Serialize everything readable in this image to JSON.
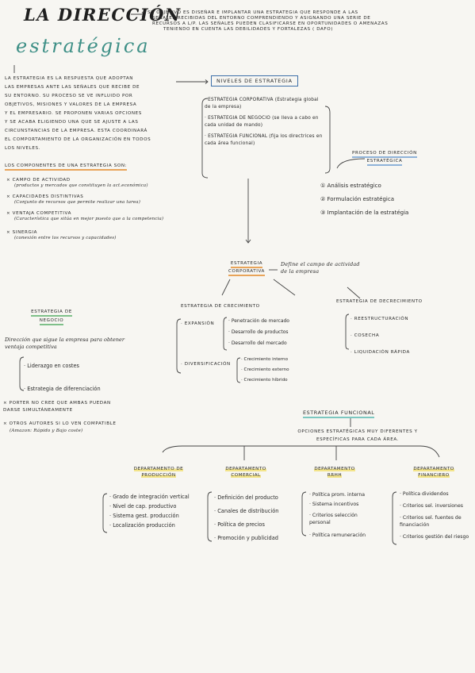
{
  "title": {
    "line1": "LA DIRECCIÓN",
    "line2": "estratégica",
    "objective": [
      "SU OBJETIVO ES DISEÑAR E IMPLANTAR UNA ESTRATEGIA QUE RESPONDE A LAS",
      "SEÑALES RECIBIDAS DEL ENTORNO COMPRENDIENDO Y ASIGNANDO UNA SERIE DE",
      "RECURSOS A L/P. LAS SEÑALES PUEDEN CLASIFICARSE EN OPORTUNIDADES O AMENAZAS",
      "TENIENDO EN CUENTA LAS DEBILIDADES Y FORTALEZAS ( DAFO)"
    ]
  },
  "intro": {
    "lines": [
      "LA ESTRATEGIA ES LA RESPUESTA QUE ADOPTAN",
      "LAS EMPRESAS ANTE LAS SEÑALES QUE RECIBE DE",
      "SU ENTORNO. SU PROCESO SE VE INFLUIDO POR",
      "OBJETIVOS, MISIONES Y VALORES DE LA EMPRESA",
      "Y EL EMPRESARIO. SE PROPONEN VARIAS OPCIONES",
      "Y SE ACABA ELIGIENDO UNA QUE SE AJUSTE A LAS",
      "CIRCUNSTANCIAS DE LA EMPRESA. ESTA COORDINARÁ",
      "EL COMPORTAMIENTO DE LA ORGANIZACIÓN EN TODOS",
      "LOS NIVELES."
    ],
    "components_label": "LOS COMPONENTES DE UNA ESTRATEGIA SON:",
    "components": [
      {
        "name": "× CAMPO DE ACTIVIDAD",
        "desc": "(productos y mercados que constituyen la act.económica)"
      },
      {
        "name": "× CAPACIDADES DISTINTIVAS",
        "desc": "(Conjunto de recursos que permite realizar una tarea)"
      },
      {
        "name": "× VENTAJA COMPETITIVA",
        "desc": "(Característica que sitúa en mejor puesto que a la competencia)"
      },
      {
        "name": "× SINERGIA",
        "desc": "(conexión entre los recursos y capacidades)"
      }
    ]
  },
  "levels": {
    "box": "NIVELES DE ESTRATEGIA",
    "items": [
      "· ESTRATEGIA CORPORATIVA (Estrategia global de la empresa)",
      "· ESTRATEGIA DE NEGOCIO (se lleva a cabo en cada unidad de mando)",
      "· ESTRATEGIA FUNCIONAL (fija los directrices en cada área funcional)"
    ]
  },
  "process": {
    "title": "PROCESO DE DIRECCIÓN ESTRATÉGICA",
    "steps": [
      "① Análisis estratégico",
      "② Formulación estratégica",
      "③ Implantación de la estratégia"
    ]
  },
  "corporate": {
    "label": "ESTRATEGIA CORPORATIVA",
    "desc": "Define el campo de actividad de la empresa",
    "growth": {
      "title": "ESTRATEGIA DE CRECIMIENTO",
      "expansion": "· EXPANSIÓN",
      "expansion_items": [
        "· Penetración de mercado",
        "· Desarrollo de productos",
        "· Desarrollo del mercado"
      ],
      "diversification": "· DIVERSIFICACIÓN",
      "diversification_items": [
        "· Crecimiento interno",
        "· Crecimiento externo",
        "· Crecimiento híbrido"
      ]
    },
    "decline": {
      "title": "ESTRATEGIA DE DECRECIMIENTO",
      "items": [
        "· REESTRUCTURACIÓN",
        "· COSECHA",
        "· LIQUIDACIÓN RÁPIDA"
      ]
    }
  },
  "business": {
    "title": "ESTRATEGIA DE NEGOCIO",
    "desc": "Dirección que sigue la empresa para obtener ventaja competitiva",
    "items": [
      "· Liderazgo en costes",
      "· Estrategia de diferenciación"
    ],
    "note1": "× PORTER NO CREE QUE AMBAS PUEDAN DARSE SIMULTÁNEAMENTE",
    "note2": "× OTROS AUTORES SI LO VEN COMPATIBLE",
    "note2_sub": "(Amazon: Rápido y Bajo coste)"
  },
  "functional": {
    "title": "ESTRATEGIA FUNCIONAL",
    "desc": "OPCIONES ESTRATÉGICAS MUY DIFERENTES Y ESPECÍFICAS PARA CADA ÁREA.",
    "departments": [
      {
        "name": "DEPARTAMENTO DE PRODUCCIÓN",
        "items": [
          "· Grado de integración vertical",
          "· Nivel de cap. productivo",
          "· Sistema gest. producción",
          "· Localización producción"
        ]
      },
      {
        "name": "DEPARTAMENTO COMERCIAL",
        "items": [
          "· Definición del producto",
          "· Canales de distribución",
          "· Política de precios",
          "· Promoción y publicidad"
        ]
      },
      {
        "name": "DEPARTAMENTO RRHH",
        "items": [
          "· Política prom. interna",
          "· Sistema incentivos",
          "· Criterios selección personal",
          "· Política remuneración"
        ]
      },
      {
        "name": "DEPARTAMENTO FINANCIERO",
        "items": [
          "· Política dividendos",
          "· Criterios sel. inversiones",
          "· Criterios sel. fuentes de financiación",
          "· Criterios gestión del riesgo"
        ]
      }
    ]
  }
}
